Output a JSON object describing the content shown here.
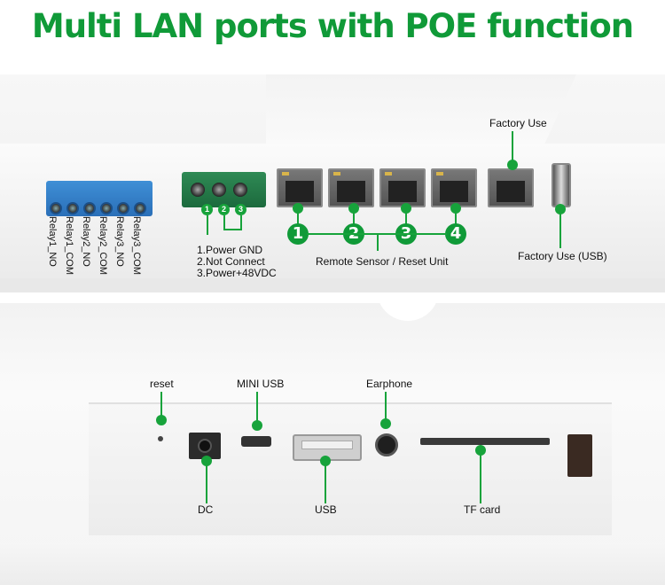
{
  "title": "Multi LAN ports with POE function",
  "colors": {
    "title": "#109a38",
    "accent": "#17a33b"
  },
  "upper": {
    "relay_labels": [
      "Relay1_NO",
      "Relay1_COM",
      "Relay2_NO",
      "Relay2_COM",
      "Relay3_NO",
      "Relay3_COM"
    ],
    "power_pins": [
      "1",
      "2",
      "3"
    ],
    "power_notes": [
      "1.Power GND",
      "2.Not Connect",
      "3.Power+48VDC"
    ],
    "lan_numbers": [
      "1",
      "2",
      "3",
      "4"
    ],
    "remote_label": "Remote Sensor / Reset Unit",
    "factory_use_label": "Factory Use",
    "factory_usb_label": "Factory Use (USB)"
  },
  "lower": {
    "reset_label": "reset",
    "mini_usb_label": "MINI USB",
    "earphone_label": "Earphone",
    "dc_label": "DC",
    "usb_label": "USB",
    "tf_label": "TF card"
  }
}
